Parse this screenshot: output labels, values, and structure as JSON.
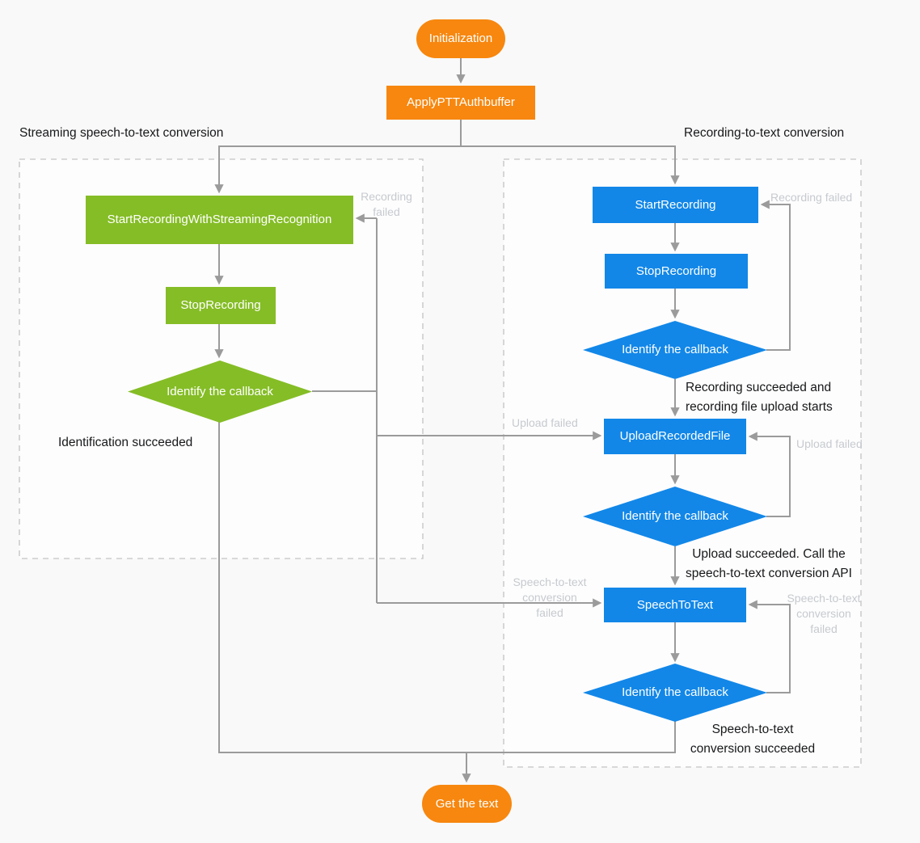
{
  "colors": {
    "orange": "#f7870f",
    "green": "#85bd26",
    "blue": "#1287e8",
    "line_gray": "#9b9b9b",
    "label_gray": "#c6cacf",
    "text_dark": "#17181a",
    "dashed_border": "#cdcdcd",
    "background": "#f9f9f9"
  },
  "flow": {
    "initialization": "Initialization",
    "apply_ptt": "ApplyPTTAuthbuffer",
    "get_text": "Get the text"
  },
  "streaming": {
    "title": "Streaming speech-to-text conversion",
    "start_node": "StartRecordingWithStreamingRecognition",
    "stop_node": "StopRecording",
    "identify_node": "Identify the callback",
    "recording_failed_label": "Recording\nfailed",
    "identification_succeeded_label": "Identification succeeded"
  },
  "recording": {
    "title": "Recording-to-text conversion",
    "start_node": "StartRecording",
    "stop_node": "StopRecording",
    "identify_node_1": "Identify the callback",
    "upload_node": "UploadRecordedFile",
    "identify_node_2": "Identify the callback",
    "speech_node": "SpeechToText",
    "identify_node_3": "Identify the callback",
    "recording_failed_label": "Recording failed",
    "upload_failed_left_label": "Upload failed",
    "upload_failed_right_label": "Upload failed",
    "stt_failed_left_label": "Speech-to-text\nconversion failed",
    "stt_failed_right_label": "Speech-to-text\nconversion\nfailed",
    "recording_succeeded_label": "Recording succeeded and\nrecording file upload starts",
    "upload_succeeded_label": "Upload succeeded. Call the\nspeech-to-text conversion API",
    "stt_succeeded_label": "Speech-to-text\nconversion succeeded"
  }
}
